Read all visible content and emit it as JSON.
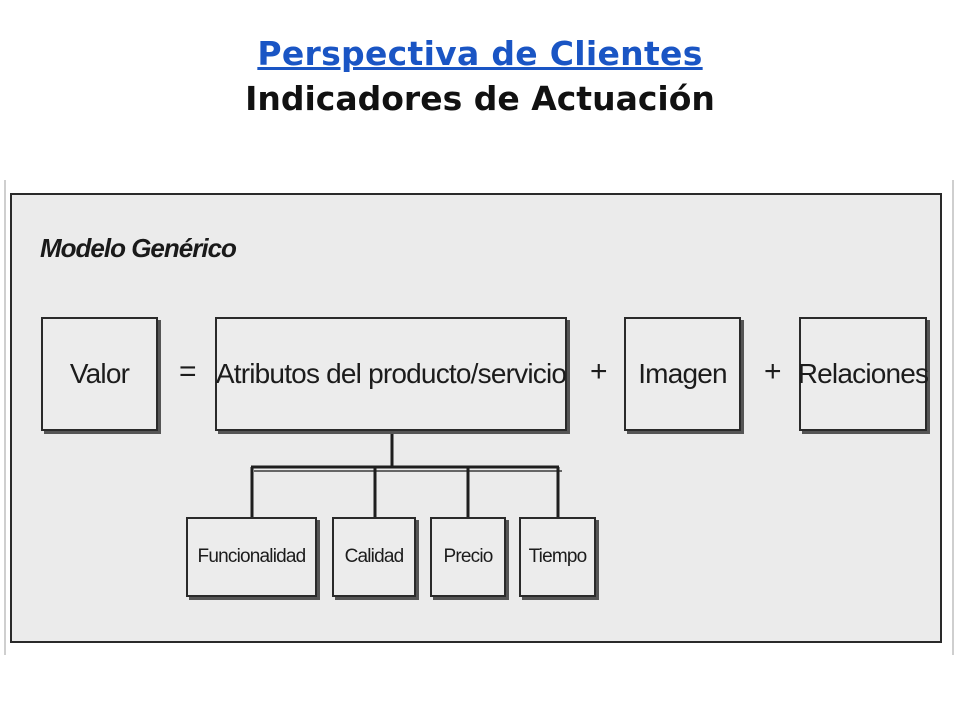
{
  "header": {
    "link_title": "Perspectiva de Clientes",
    "subtitle": "Indicadores de Actuación"
  },
  "diagram": {
    "title": "Modelo Genérico",
    "main_row": {
      "valor": "Valor",
      "equals": "=",
      "atributos": "Atributos del producto/servicio",
      "plus_1": "+",
      "imagen": "Imagen",
      "plus_2": "+",
      "relaciones": "Relaciones"
    },
    "sub_boxes": [
      "Funcionalidad",
      "Calidad",
      "Precio",
      "Tiempo"
    ]
  }
}
